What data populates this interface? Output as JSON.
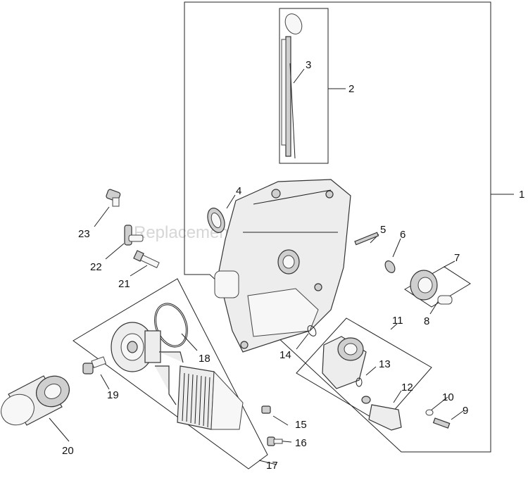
{
  "watermark": "ReplacementParts.com",
  "callouts": {
    "c1": "1",
    "c2": "2",
    "c3": "3",
    "c4": "4",
    "c5": "5",
    "c6": "6",
    "c7": "7",
    "c8": "8",
    "c9": "9",
    "c10": "10",
    "c11": "11",
    "c12": "12",
    "c13": "13",
    "c14": "14",
    "c15": "15",
    "c16": "16",
    "c17": "17",
    "c18": "18",
    "c19": "19",
    "c20": "20",
    "c21": "21",
    "c22": "22",
    "c23": "23"
  }
}
